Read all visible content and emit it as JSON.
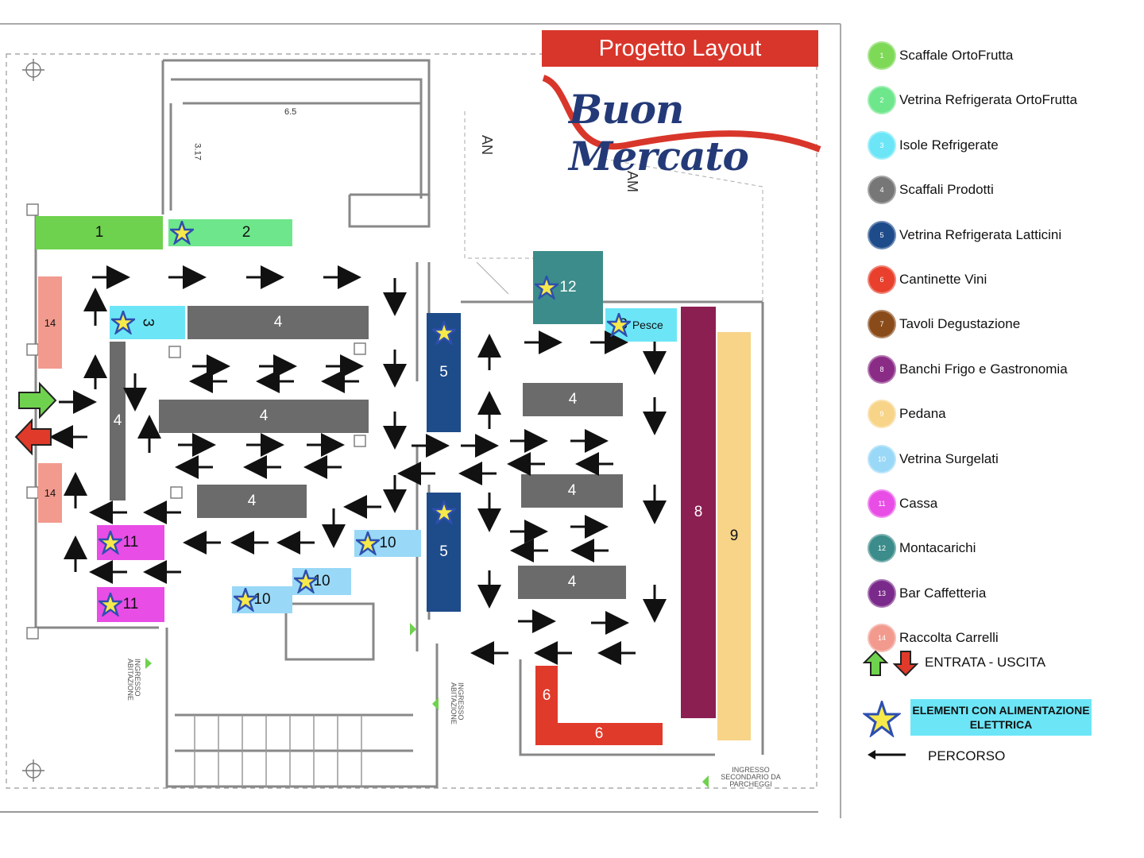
{
  "header": {
    "title": "Progetto Layout",
    "brand": "Buon Mercato"
  },
  "plan": {
    "dims": {
      "a": "6.5",
      "b": "3.17"
    },
    "markers": {
      "an": "AN",
      "am": "AM"
    },
    "entrance_labels": {
      "left": "INGRESSO ABITAZIONE",
      "middle": "INGRESSO ABITAZIONE",
      "bottom": "INGRESSO SECONDARIO DA PARCHEGGI"
    },
    "blocks": [
      {
        "id": "1",
        "label": "1",
        "color": "#6fd24e",
        "powered": false
      },
      {
        "id": "2",
        "label": "2",
        "color": "#6ee68b",
        "powered": true
      },
      {
        "id": "3a",
        "label": "3",
        "color": "#6ce6f7",
        "powered": true
      },
      {
        "id": "3b",
        "label": "3",
        "suffix": "Pesce",
        "color": "#6ce6f7",
        "powered": true
      },
      {
        "id": "4a",
        "label": "4",
        "color": "#6b6b6b",
        "powered": false
      },
      {
        "id": "4b",
        "label": "4",
        "color": "#6b6b6b",
        "powered": false
      },
      {
        "id": "4c",
        "label": "4",
        "color": "#6b6b6b",
        "powered": false
      },
      {
        "id": "4d",
        "label": "4",
        "color": "#6b6b6b",
        "powered": false
      },
      {
        "id": "4e",
        "label": "4",
        "color": "#6b6b6b",
        "powered": false
      },
      {
        "id": "4f",
        "label": "4",
        "color": "#6b6b6b",
        "powered": false
      },
      {
        "id": "4g",
        "label": "4",
        "color": "#6b6b6b",
        "powered": false
      },
      {
        "id": "5a",
        "label": "5",
        "color": "#1e4b8a",
        "powered": true
      },
      {
        "id": "5b",
        "label": "5",
        "color": "#1e4b8a",
        "powered": true
      },
      {
        "id": "6a",
        "label": "6",
        "color": "#e03a2a",
        "powered": false
      },
      {
        "id": "6b",
        "label": "6",
        "color": "#e03a2a",
        "powered": false
      },
      {
        "id": "8",
        "label": "8",
        "color": "#8c1f52",
        "powered": false
      },
      {
        "id": "9",
        "label": "9",
        "color": "#f7d488",
        "powered": false
      },
      {
        "id": "10a",
        "label": "10",
        "color": "#99d8f7",
        "powered": true
      },
      {
        "id": "10b",
        "label": "10",
        "color": "#99d8f7",
        "powered": true
      },
      {
        "id": "10c",
        "label": "10",
        "color": "#99d8f7",
        "powered": true
      },
      {
        "id": "11a",
        "label": "11",
        "color": "#e84de6",
        "powered": true
      },
      {
        "id": "11b",
        "label": "11",
        "color": "#e84de6",
        "powered": true
      },
      {
        "id": "12",
        "label": "12",
        "color": "#3b8c8a",
        "powered": true
      },
      {
        "id": "14a",
        "label": "14",
        "color": "#f29a8e",
        "powered": false
      },
      {
        "id": "14b",
        "label": "14",
        "color": "#f29a8e",
        "powered": false
      }
    ]
  },
  "legend": {
    "items": [
      {
        "num": "1",
        "label": "Scaffale OrtoFrutta",
        "color": "#7ed957"
      },
      {
        "num": "2",
        "label": "Vetrina Refrigerata OrtoFrutta",
        "color": "#6ee68b"
      },
      {
        "num": "3",
        "label": "Isole Refrigerate",
        "color": "#6ce6f7"
      },
      {
        "num": "4",
        "label": "Scaffali Prodotti",
        "color": "#777777"
      },
      {
        "num": "5",
        "label": "Vetrina Refrigerata Latticini",
        "color": "#1e4b8a"
      },
      {
        "num": "6",
        "label": "Cantinette Vini",
        "color": "#e8402c"
      },
      {
        "num": "7",
        "label": "Tavoli Degustazione",
        "color": "#8a4b1a"
      },
      {
        "num": "8",
        "label": "Banchi Frigo e Gastronomia",
        "color": "#8a2c86"
      },
      {
        "num": "9",
        "label": "Pedana",
        "color": "#f7d488"
      },
      {
        "num": "10",
        "label": "Vetrina Surgelati",
        "color": "#99d8f7"
      },
      {
        "num": "11",
        "label": "Cassa",
        "color": "#e84de6"
      },
      {
        "num": "12",
        "label": "Montacarichi",
        "color": "#3b8c8a"
      },
      {
        "num": "13",
        "label": "Bar Caffetteria",
        "color": "#7a2a8a"
      },
      {
        "num": "14",
        "label": "Raccolta Carrelli",
        "color": "#f29a8e"
      }
    ],
    "entry_exit": "ENTRATA - USCITA",
    "powered": "ELEMENTI CON ALIMENTAZIONE ELETTRICA",
    "route": "PERCORSO",
    "colors": {
      "entry": "#6fd24e",
      "exit": "#e03a2a",
      "star_fill": "#f7e94a",
      "star_stroke": "#2e4fb0"
    }
  }
}
